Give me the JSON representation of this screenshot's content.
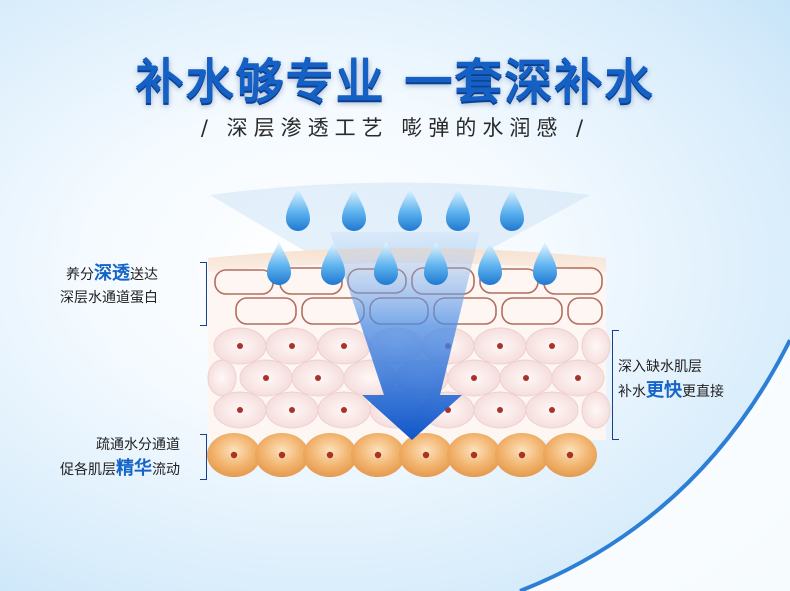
{
  "headline": "补水够专业 一套深补水",
  "tagline": "/ 深层渗透工艺  嘭弹的水润感 /",
  "note_top": {
    "prefix": "养分",
    "emphasis": "深透",
    "suffix": "送达",
    "line2": "深层水通道蛋白"
  },
  "note_bottom": {
    "line1": "疏通水分通道",
    "prefix": "促各肌层",
    "emphasis": "精华",
    "suffix": "流动"
  },
  "note_right": {
    "line1": "深入缺水肌层",
    "prefix": "补水",
    "emphasis": "更快",
    "suffix": "更直接"
  },
  "colors": {
    "title": "#1560c4",
    "emphasis": "#1564c8",
    "arrow": "#1d5fd0",
    "fat_cell": "#f1b06a"
  },
  "icons": [
    "water-drop-icon",
    "down-arrow-icon"
  ]
}
